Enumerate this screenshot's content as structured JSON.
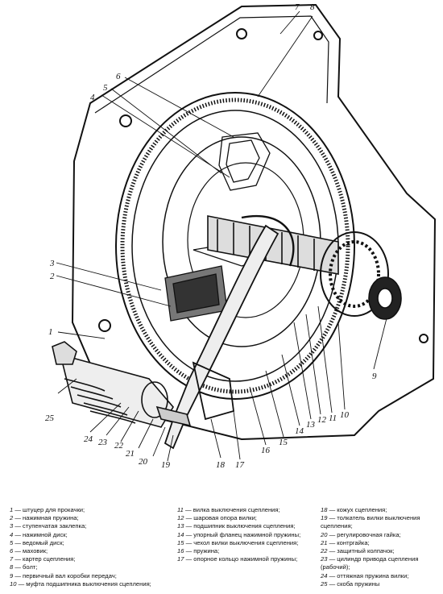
{
  "diagram": {
    "callouts": [
      "7",
      "8",
      "6",
      "5",
      "4",
      "3",
      "2",
      "1",
      "25",
      "24",
      "23",
      "22",
      "21",
      "20",
      "19",
      "18",
      "17",
      "16",
      "15",
      "14",
      "13",
      "12",
      "11",
      "10",
      "9"
    ]
  },
  "legend": {
    "col1": [
      {
        "num": "1",
        "text": " — штуцер для прокачки;"
      },
      {
        "num": "2",
        "text": " — нажимная пружина;"
      },
      {
        "num": "3",
        "text": " — ступенчатая заклепка;"
      },
      {
        "num": "4",
        "text": " — нажимной диск;"
      },
      {
        "num": "5",
        "text": " — ведомый диск;"
      },
      {
        "num": "6",
        "text": " — маховик;"
      },
      {
        "num": "7",
        "text": " — картер сцепления;"
      },
      {
        "num": "8",
        "text": " — болт;"
      },
      {
        "num": "9",
        "text": " — первичный вал коробки передач;"
      },
      {
        "num": "10",
        "text": " — муфта подшипника выключения сцепления;"
      }
    ],
    "col2": [
      {
        "num": "11",
        "text": " — вилка выключения сцепления;"
      },
      {
        "num": "12",
        "text": " — шаровая опора вилки;"
      },
      {
        "num": "13",
        "text": " — подшипник выключения сцепления;"
      },
      {
        "num": "14",
        "text": " — упорный фланец нажимной пружины;"
      },
      {
        "num": "15",
        "text": " — чехол вилки выключения сцепления;"
      },
      {
        "num": "16",
        "text": " — пружина;"
      },
      {
        "num": "17",
        "text": " — опорное кольцо нажимной пружины;"
      }
    ],
    "col3": [
      {
        "num": "18",
        "text": " — кожух сцепления;"
      },
      {
        "num": "19",
        "text": " — толкатель вилки выключения сцепления;"
      },
      {
        "num": "20",
        "text": " — регулировочная гайка;"
      },
      {
        "num": "21",
        "text": " — контргайка;"
      },
      {
        "num": "22",
        "text": " — защитный колпачок;"
      },
      {
        "num": "23",
        "text": " — цилиндр привода сцепления (рабочий);"
      },
      {
        "num": "24",
        "text": " — оттяжная пружина вилки;"
      },
      {
        "num": "25",
        "text": " — скоба пружины"
      }
    ]
  }
}
